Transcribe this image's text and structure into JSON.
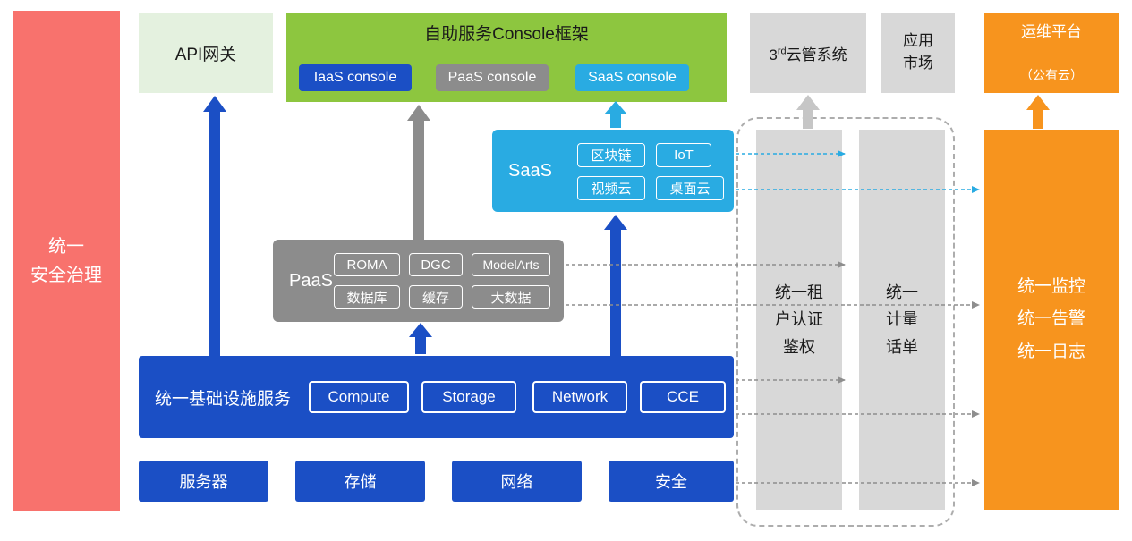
{
  "colors": {
    "red": "#F8726D",
    "light_green": "#E4F1DF",
    "green": "#8DC63F",
    "blue": "#1B4FC5",
    "cyan": "#29ABE2",
    "gray": "#8C8C8C",
    "light_gray": "#D8D8D8",
    "orange": "#F7941E",
    "dash_gray": "#8E8E8E",
    "arrow_light_gray": "#C6C6C6",
    "text_dark": "#1A1A1A"
  },
  "security_bar": {
    "label": "统一\n安全治理"
  },
  "api_gateway": {
    "label": "API网关"
  },
  "console": {
    "title": "自助服务Console框架",
    "items": [
      {
        "label": "IaaS console"
      },
      {
        "label": "PaaS console"
      },
      {
        "label": "SaaS console"
      }
    ]
  },
  "third_party": {
    "prefix": "3",
    "sup": "rd",
    "suffix": "云管系统"
  },
  "app_market": {
    "label": "应用\n市场"
  },
  "ops_platform": {
    "line1": "运维平台",
    "line2": "（公有云）"
  },
  "saas": {
    "label": "SaaS",
    "items": [
      "区块链",
      "IoT",
      "视频云",
      "桌面云"
    ]
  },
  "paas": {
    "label": "PaaS",
    "items": [
      "ROMA",
      "DGC",
      "ModelArts",
      "数据库",
      "缓存",
      "大数据"
    ]
  },
  "iaas": {
    "label": "统一基础设施服务",
    "items": [
      "Compute",
      "Storage",
      "Network",
      "CCE"
    ]
  },
  "hardware": {
    "items": [
      "服务器",
      "存储",
      "网络",
      "安全"
    ]
  },
  "auth_bar": {
    "label": "统一租\n户认证\n鉴权"
  },
  "metering_bar": {
    "label": "统一\n计量\n话单"
  },
  "monitor_bar": {
    "label": "统一监控\n统一告警\n统一日志"
  }
}
